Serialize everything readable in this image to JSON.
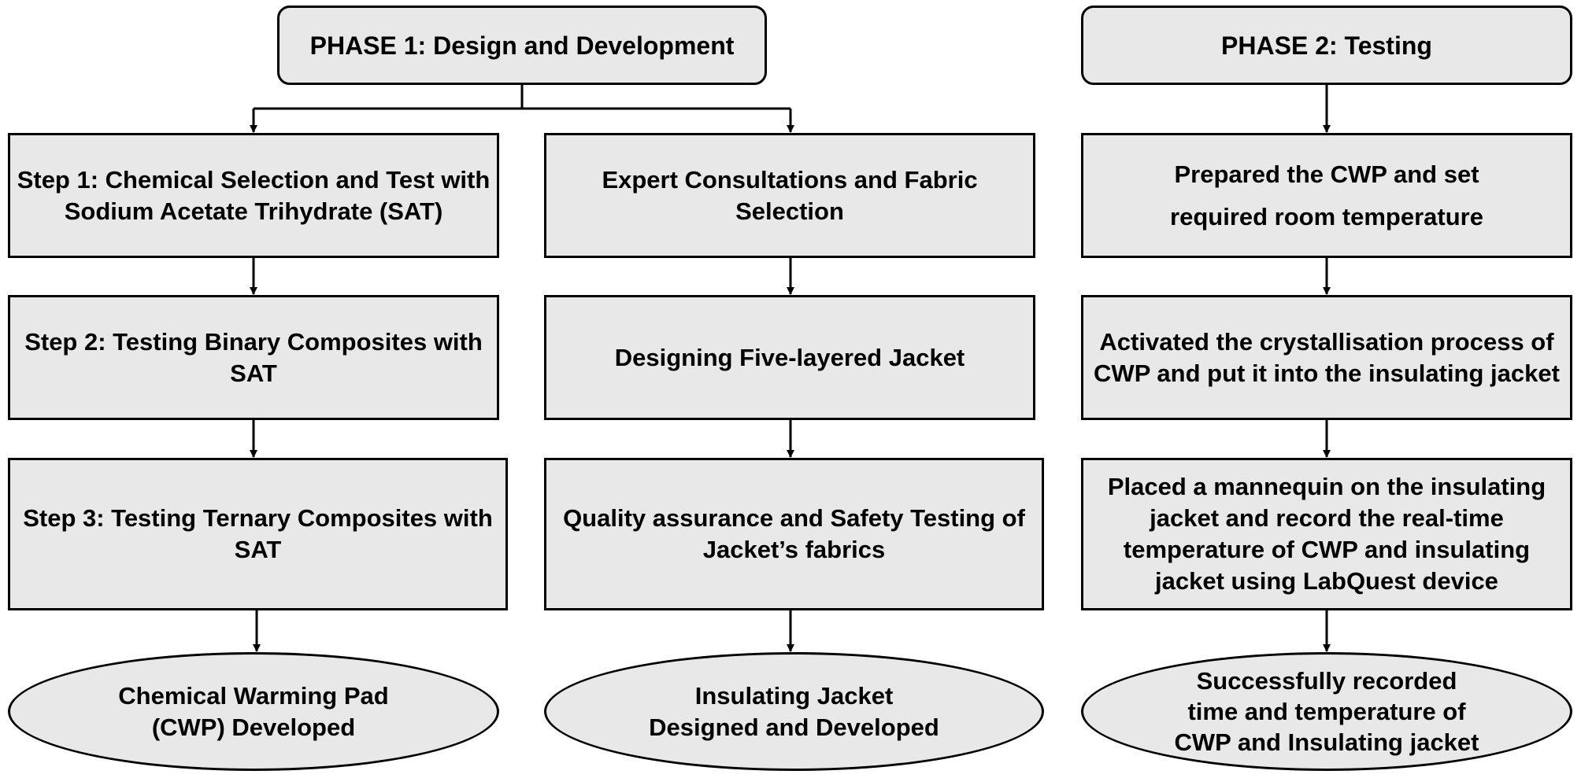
{
  "phase1": {
    "title": "PHASE 1: Design and Development"
  },
  "phase2": {
    "title": "PHASE 2: Testing"
  },
  "col1": {
    "step1": "Step 1: Chemical Selection and Test with Sodium Acetate Trihydrate (SAT)",
    "step2": "Step 2: Testing Binary Composites with SAT",
    "step3": "Step 3: Testing Ternary Composites with SAT",
    "outcome": "Chemical Warming Pad (CWP) Developed"
  },
  "col2": {
    "step1": "Expert Consultations and Fabric Selection",
    "step2": "Designing Five-layered Jacket",
    "step3": "Quality assurance and Safety Testing of Jacket’s fabrics",
    "outcome": "Insulating Jacket Designed and Developed"
  },
  "col3": {
    "step1": "Prepared the CWP and set required room temperature",
    "step2": "Activated the crystallisation process of CWP and put it into the insulating jacket",
    "step3": "Placed a mannequin on the insulating jacket and record the real-time temperature of CWP and insulating jacket using LabQuest device",
    "outcome": "Successfully recorded time and temperature of CWP and Insulating jacket"
  },
  "colors": {
    "box_fill": "#e8e8e8",
    "stroke": "#000000"
  }
}
